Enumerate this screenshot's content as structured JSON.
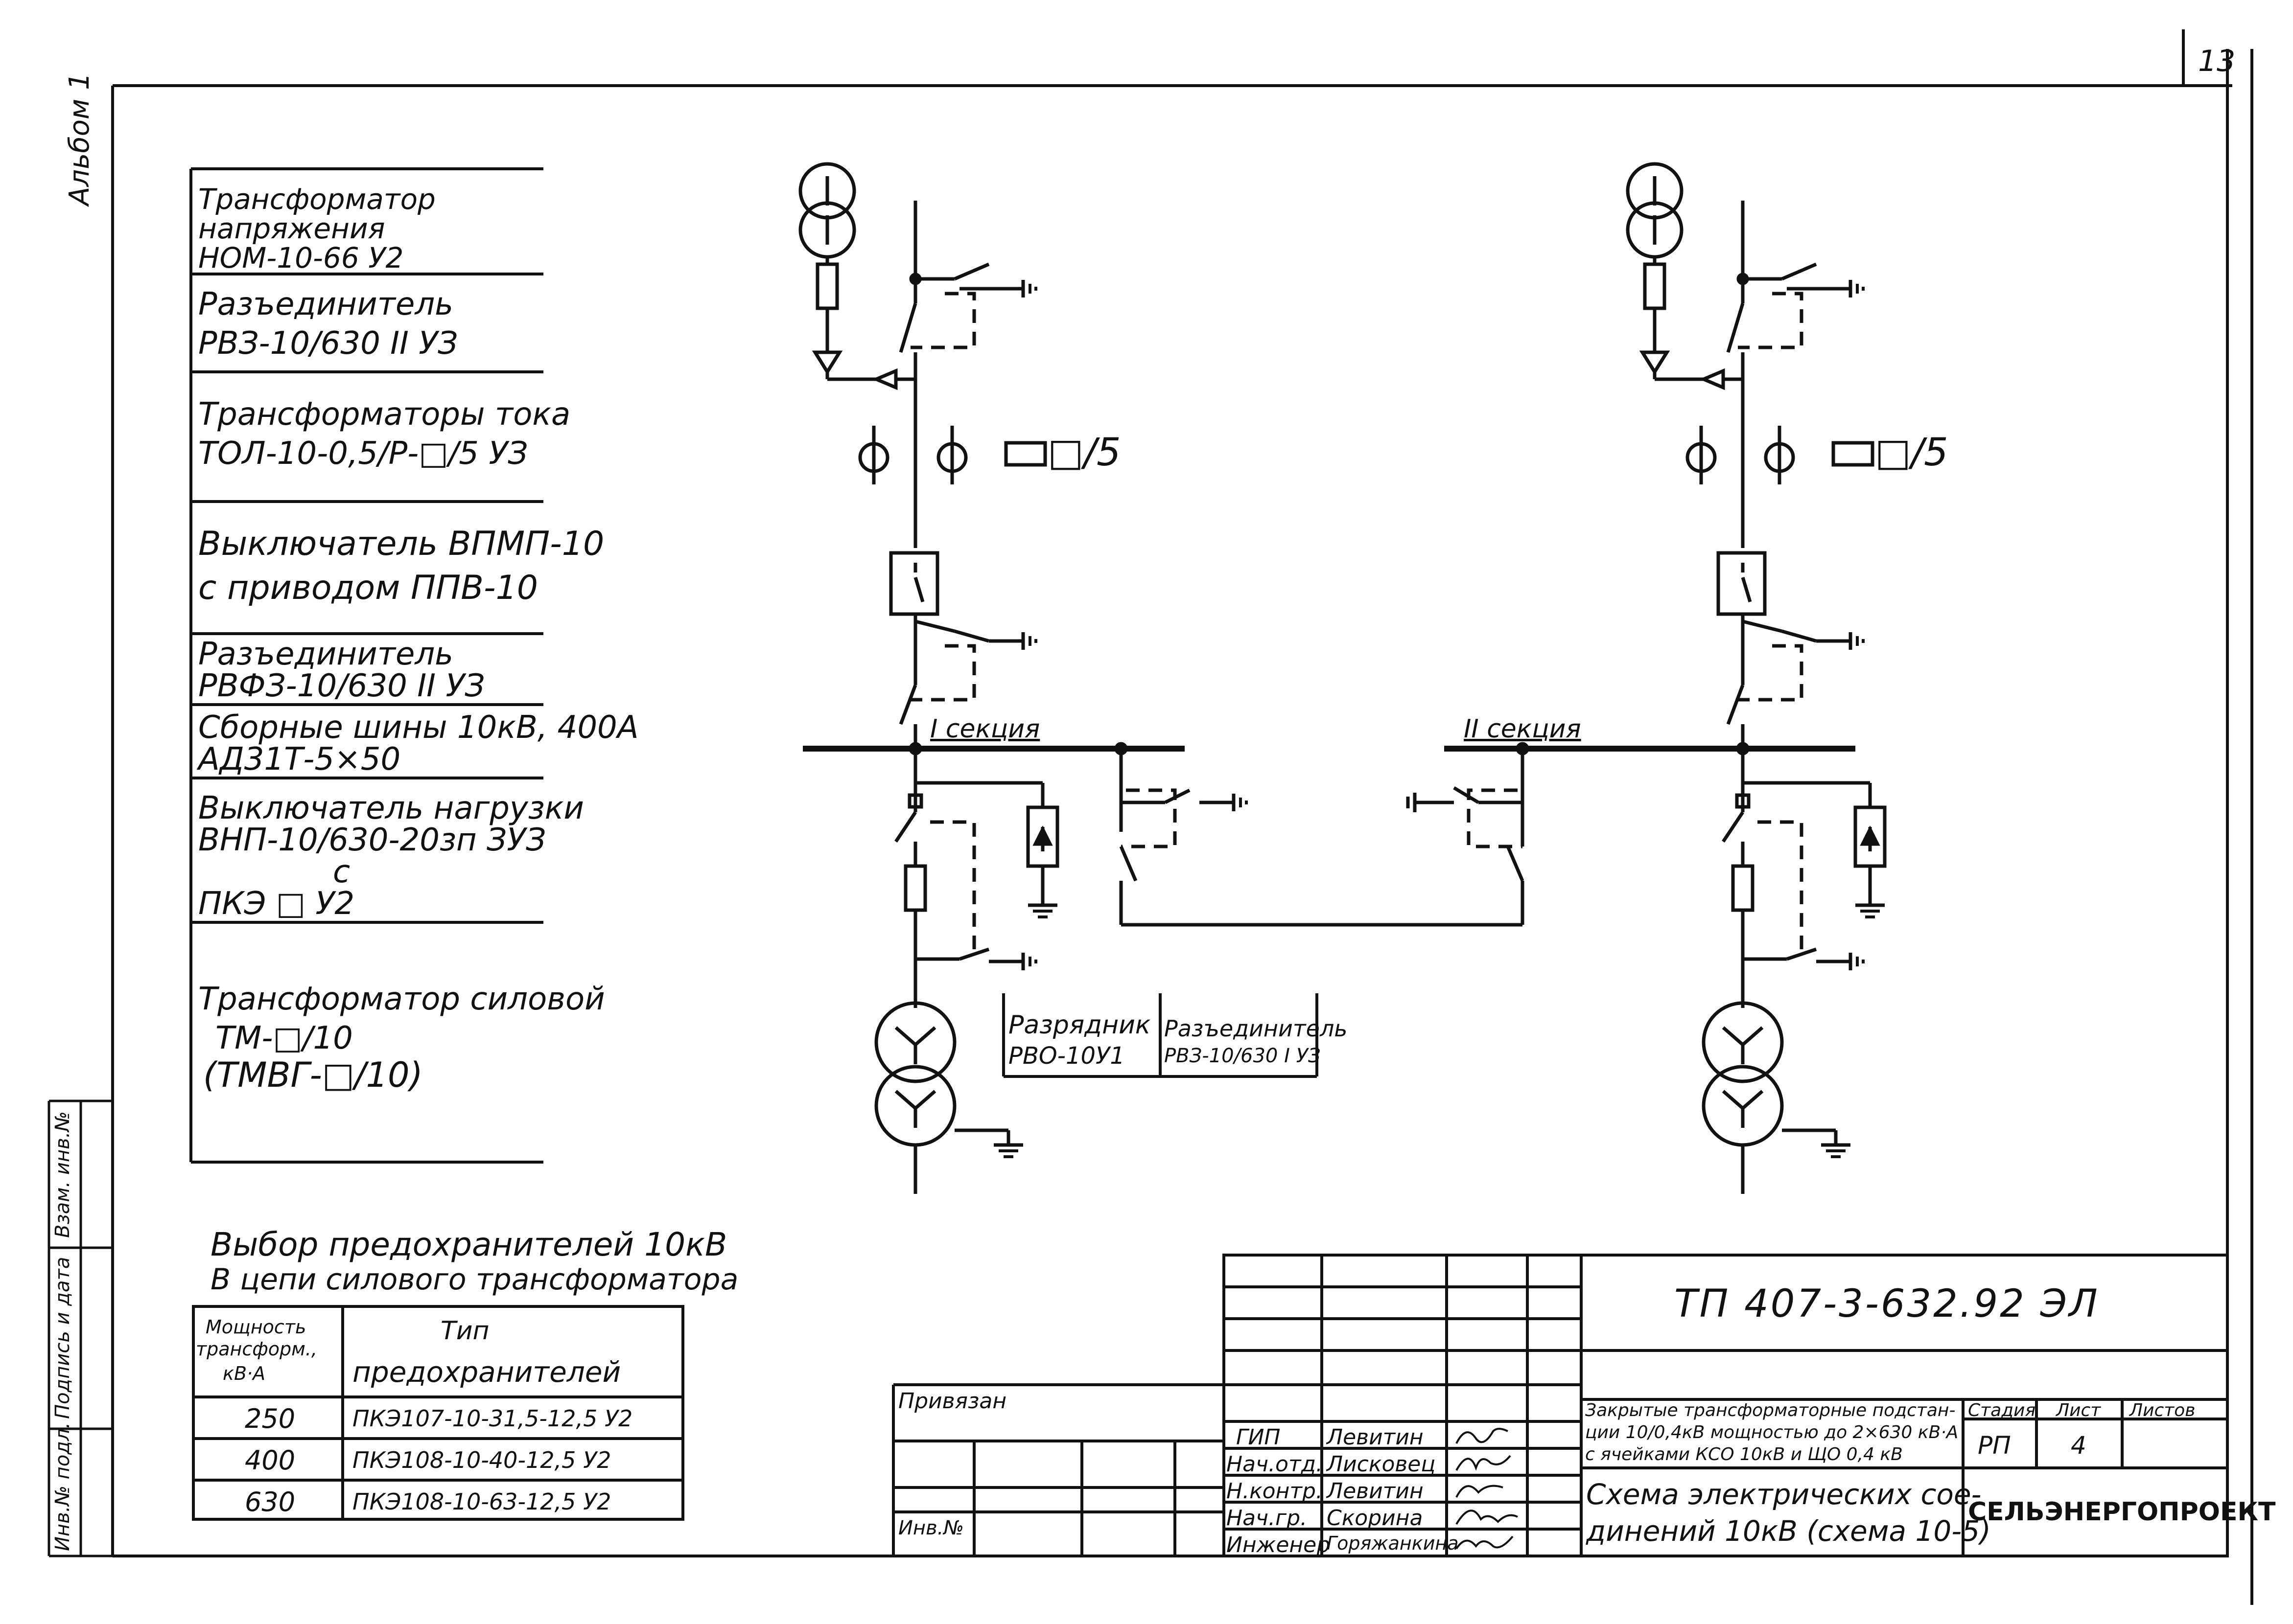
{
  "sheet": {
    "page_number": "13",
    "album_label": "Альбом 1",
    "side_strip": [
      "Инв.№ подл.",
      "Подпись и дата",
      "Взам. инв.№"
    ]
  },
  "legend": {
    "items": [
      {
        "lines": [
          "Трансформатор",
          "напряжения",
          "НОМ-10-66 У2"
        ]
      },
      {
        "lines": [
          "Разъединитель",
          "РВЗ-10/630 II УЗ"
        ]
      },
      {
        "lines": [
          "Трансформаторы тока",
          "ТОЛ-10-0,5/Р-□/5 УЗ"
        ]
      },
      {
        "lines": [
          "Выключатель ВПМП-10",
          "с приводом ППВ-10"
        ]
      },
      {
        "lines": [
          "Разъединитель",
          "РВФЗ-10/630 II УЗ"
        ]
      },
      {
        "lines": [
          "Сборные шины 10кВ, 400А",
          "АД31Т-5×50"
        ]
      },
      {
        "lines": [
          "Выключатель нагрузки",
          "ВНП-10/630-20зп ЗУЗ",
          "с",
          "ПКЭ □ У2"
        ]
      },
      {
        "lines": [
          "Трансформатор силовой",
          "ТМ-□/10",
          "(ТМВГ-□/10)"
        ]
      }
    ]
  },
  "schematic": {
    "section1_label": "I секция",
    "section2_label": "II секция",
    "ct_ratio_left": "□/5",
    "ct_ratio_right": "□/5",
    "callout_arrester": [
      "Разрядник",
      "РВО-10У1"
    ],
    "callout_disconnector": [
      "Разъединитель",
      "РВЗ-10/630 I УЗ"
    ]
  },
  "fuse_table": {
    "title_line1": "Выбор предохранителей 10кВ",
    "title_line2": "В цепи силового трансформатора",
    "header_col1": [
      "Мощность",
      "трансформ.,",
      "кВ·А"
    ],
    "header_col2": [
      "Тип",
      "предохранителей"
    ],
    "rows": [
      {
        "power": "250",
        "fuse": "ПКЭ107-10-31,5-12,5 У2"
      },
      {
        "power": "400",
        "fuse": "ПКЭ108-10-40-12,5 У2"
      },
      {
        "power": "630",
        "fuse": "ПКЭ108-10-63-12,5 У2"
      }
    ]
  },
  "title_block": {
    "doc_code": "ТП 407-3-632.92   ЭЛ",
    "privyazan": "Привязан",
    "inv_no": "Инв.№",
    "roles": [
      "ГИП",
      "Нач.отд.",
      "Н.контр.",
      "Нач.гр.",
      "Инженер"
    ],
    "names": [
      "Левитин",
      "Лисковец",
      "Левитин",
      "Скорина",
      "Горяжанкина"
    ],
    "project_desc": [
      "Закрытые трансформаторные подстан-",
      "ции 10/0,4кВ мощностью до 2×630 кВ·А",
      "с ячейками КСО 10кВ и ЩО 0,4 кВ"
    ],
    "sheet_title": [
      "Схема электрических сое-",
      "динений 10кВ (схема 10-5)"
    ],
    "stage_label": "Стадия",
    "sheet_label": "Лист",
    "sheets_label": "Листов",
    "stage_value": "РП",
    "sheet_value": "4",
    "sheets_value": "",
    "organization": "СЕЛЬЭНЕРГОПРОЕКТ"
  }
}
